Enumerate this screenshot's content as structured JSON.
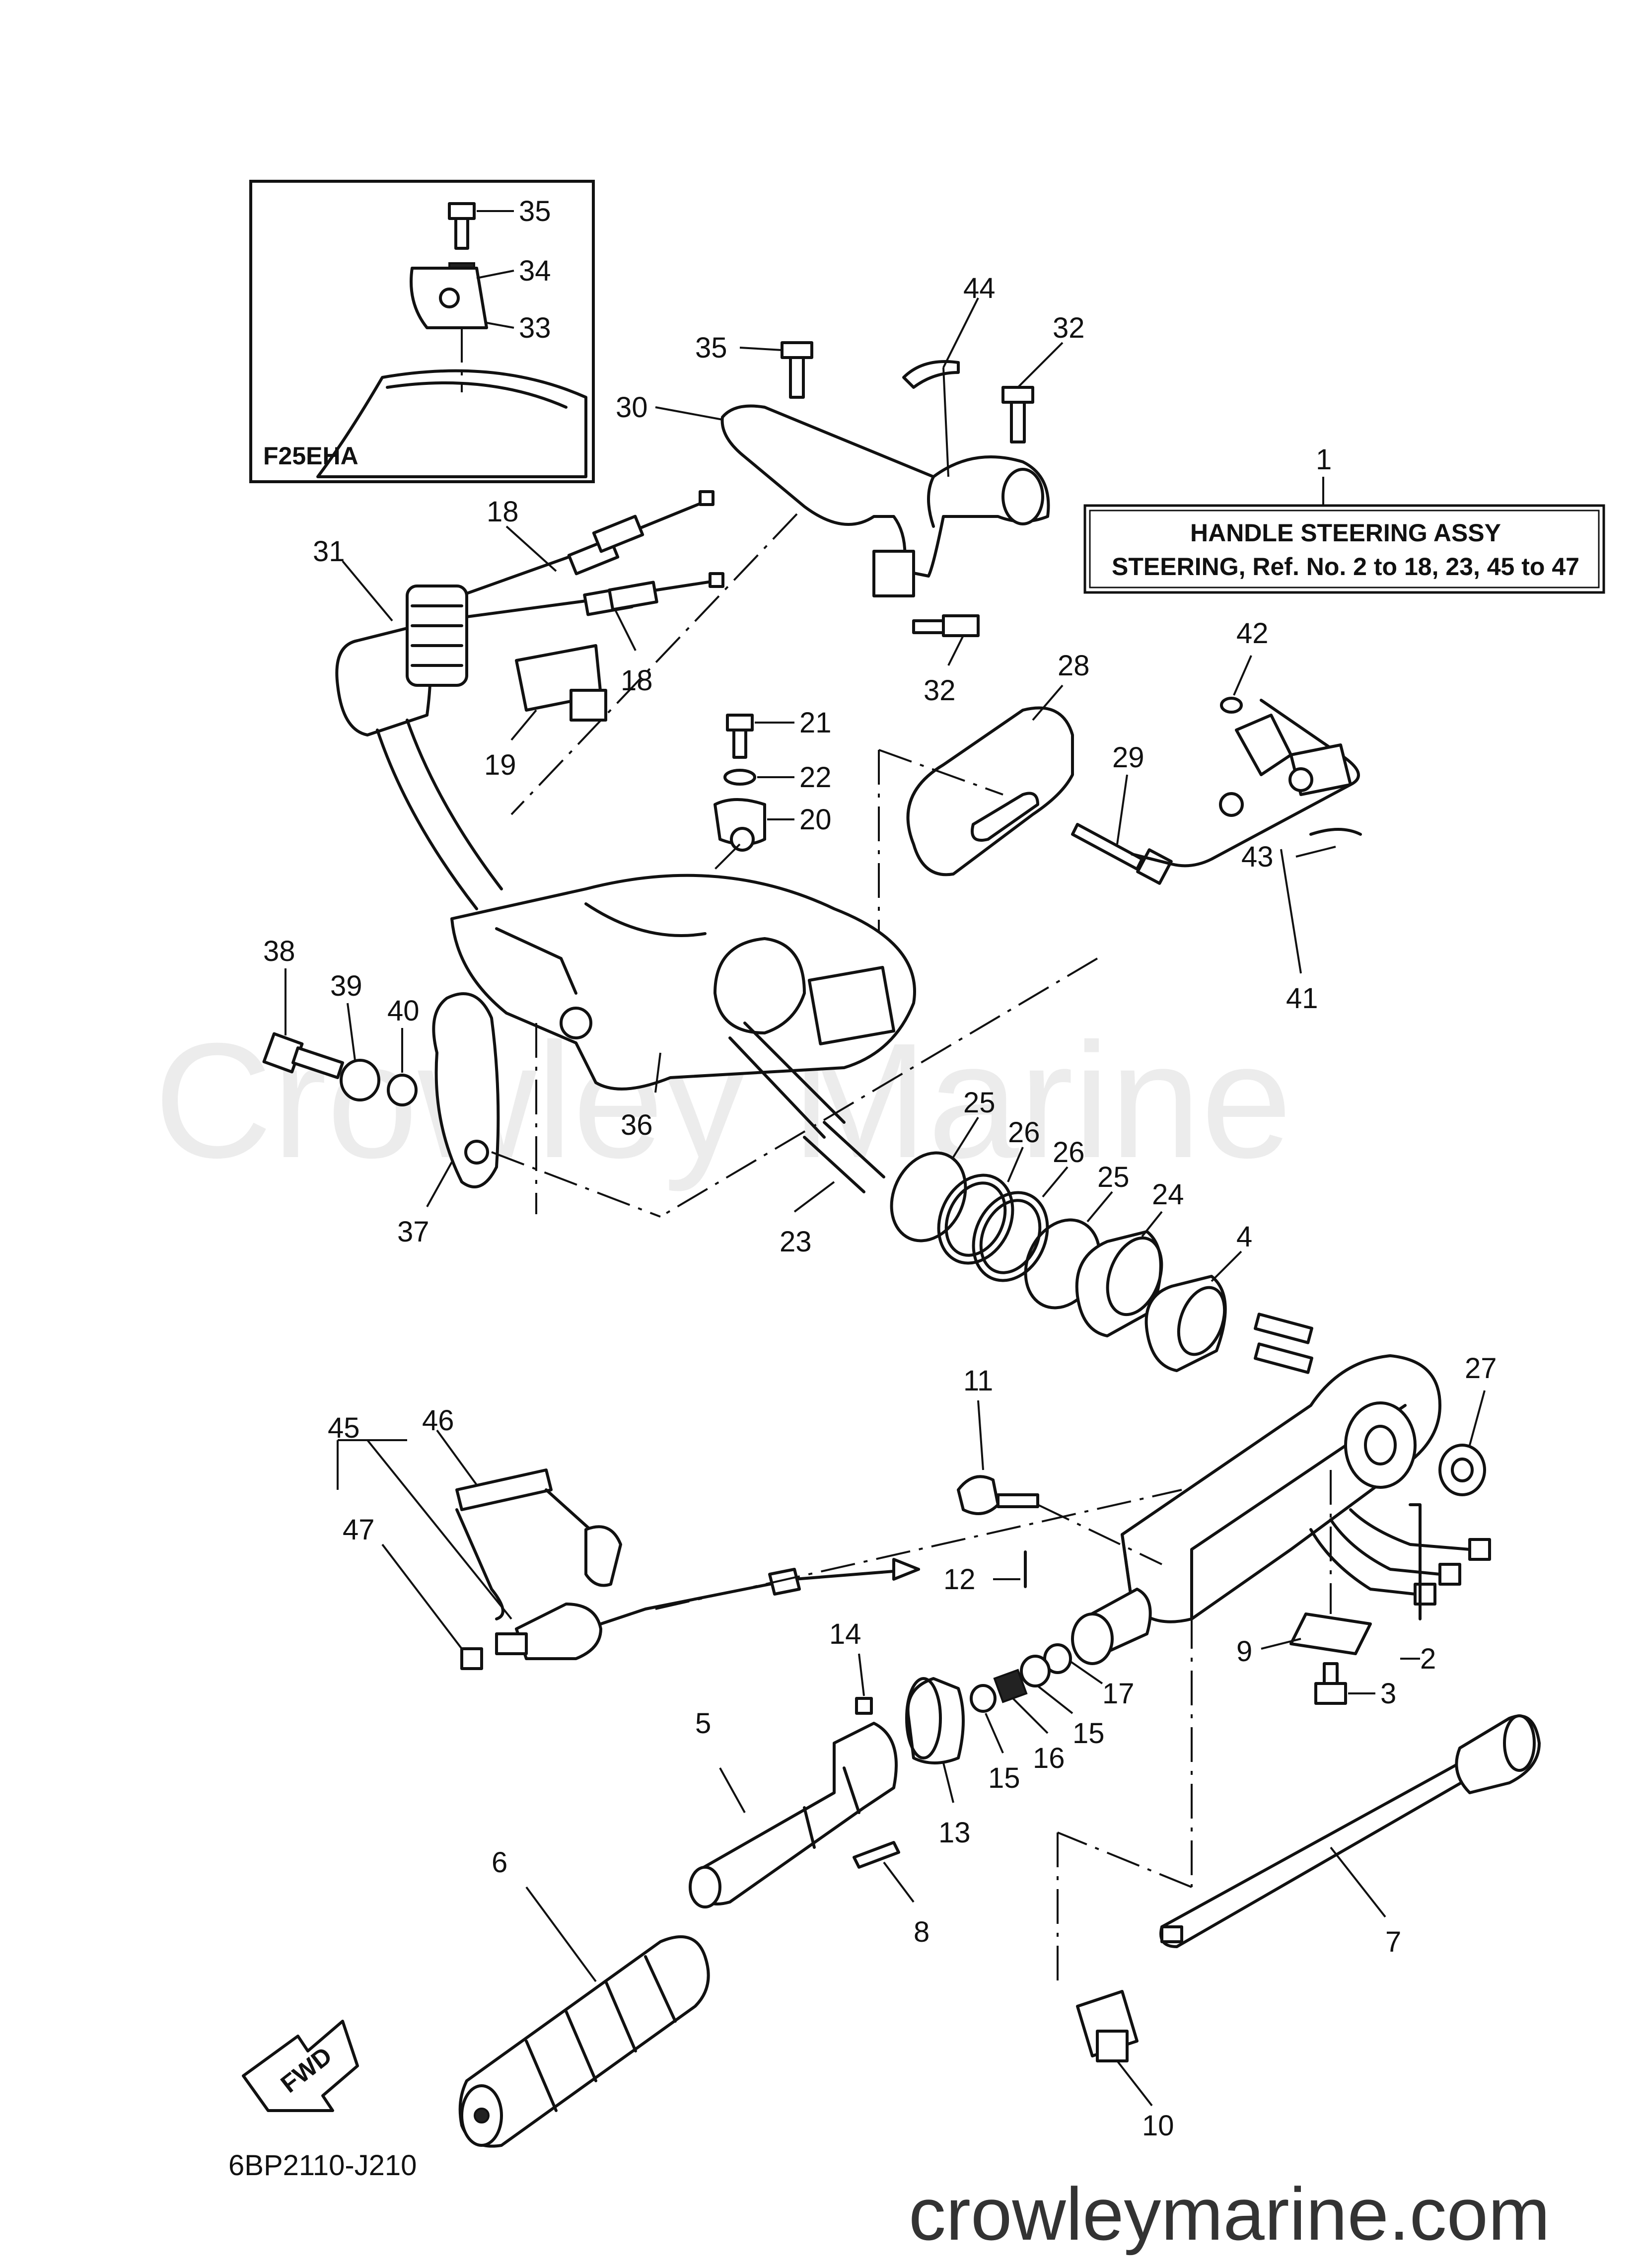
{
  "watermark": "Crowley Marine",
  "site_footer": "crowleymarine.com",
  "drawing_code": "6BP2110-J210",
  "fwd_label": "FWD",
  "inset": {
    "model": "F25EHA",
    "labels": {
      "n35": "35",
      "n34": "34",
      "n33": "33"
    }
  },
  "assy_box": {
    "line1": "HANDLE STEERING ASSY",
    "line2": "STEERING,  Ref. No.  2 to 18, 23, 45 to 47"
  },
  "labels": {
    "n1": "1",
    "n2": "2",
    "n3": "3",
    "n4": "4",
    "n5": "5",
    "n6": "6",
    "n7": "7",
    "n8": "8",
    "n9": "9",
    "n10": "10",
    "n11": "11",
    "n12": "12",
    "n13": "13",
    "n14": "14",
    "n15a": "15",
    "n15b": "15",
    "n16": "16",
    "n17": "17",
    "n18a": "18",
    "n18b": "18",
    "n19": "19",
    "n20": "20",
    "n21": "21",
    "n22": "22",
    "n23": "23",
    "n24": "24",
    "n25a": "25",
    "n25b": "25",
    "n26a": "26",
    "n26b": "26",
    "n27": "27",
    "n28": "28",
    "n29": "29",
    "n30": "30",
    "n31": "31",
    "n32a": "32",
    "n32b": "32",
    "n35": "35",
    "n36": "36",
    "n37": "37",
    "n38": "38",
    "n39": "39",
    "n40": "40",
    "n41": "41",
    "n42": "42",
    "n43": "43",
    "n44": "44",
    "n45": "45",
    "n46": "46",
    "n47": "47"
  }
}
